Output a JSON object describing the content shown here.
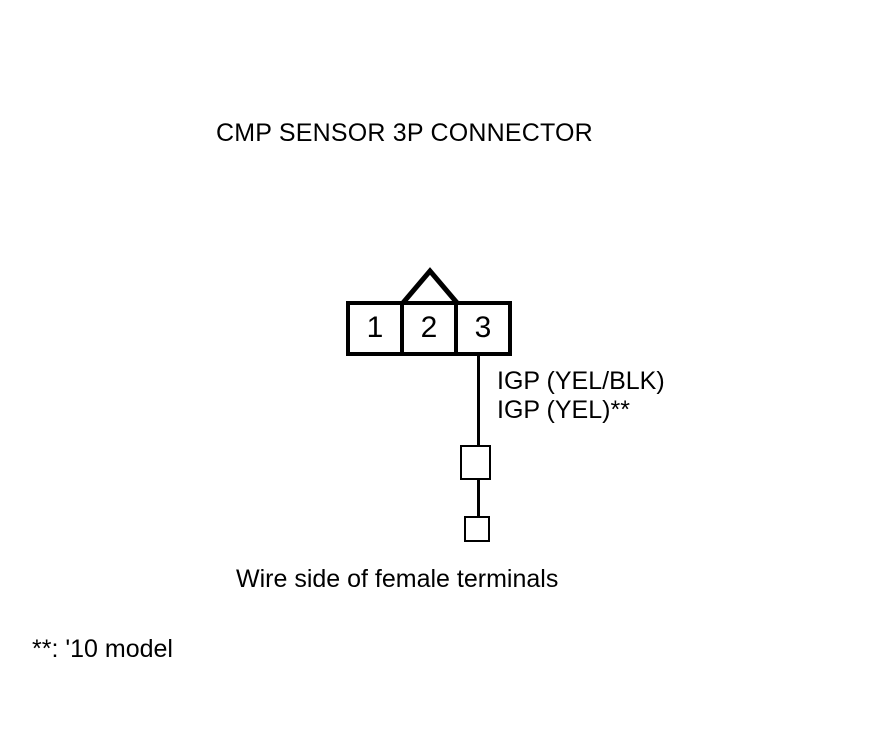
{
  "diagram": {
    "title": "CMP SENSOR 3P CONNECTOR",
    "caption": "Wire side of female terminals",
    "footnote": "**: '10 model",
    "line_color": "#000000",
    "background_color": "#ffffff",
    "connector": {
      "type": "3P connector",
      "pins": [
        {
          "number": "1",
          "label": ""
        },
        {
          "number": "2",
          "label": ""
        },
        {
          "number": "3",
          "label": ""
        }
      ],
      "locking_tab": "triangle-tab"
    },
    "wire": {
      "from_pin": "3",
      "labels": [
        "IGP (YEL/BLK)",
        "IGP (YEL)**"
      ],
      "terminals": [
        {
          "name": "terminal-upper",
          "shape": "rectangle"
        },
        {
          "name": "terminal-lower",
          "shape": "rectangle"
        }
      ]
    }
  }
}
